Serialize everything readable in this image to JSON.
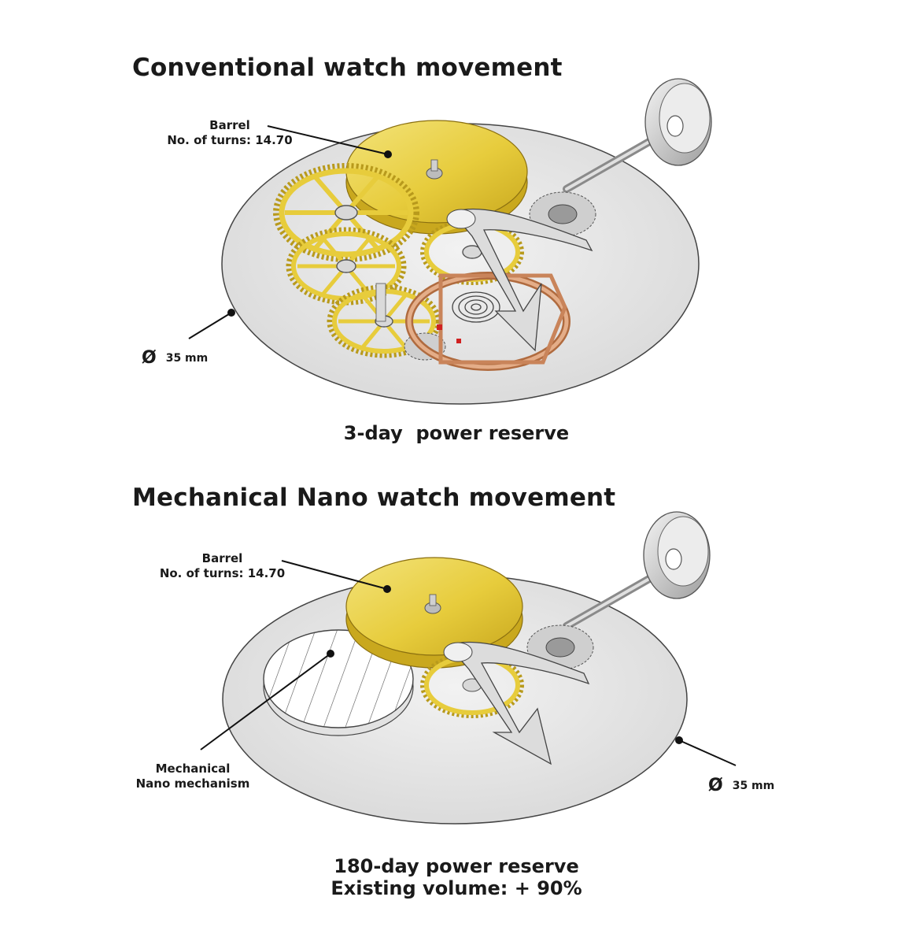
{
  "top": {
    "title": "Conventional watch movement",
    "barrel_label": "Barrel",
    "barrel_turns": "No. of turns: 14.70",
    "diameter_symbol": "Ø",
    "diameter_value": "35 mm",
    "reserve": "3-day  power reserve"
  },
  "bottom": {
    "title": "Mechanical Nano watch movement",
    "barrel_label": "Barrel",
    "barrel_turns": "No. of turns: 14.70",
    "mechanism_line1": "Mechanical",
    "mechanism_line2": "Nano mechanism",
    "diameter_symbol": "Ø",
    "diameter_value": "35 mm",
    "reserve_line1": "180-day power reserve",
    "reserve_line2": "Existing volume: + 90%"
  },
  "colors": {
    "plate": "#e6e6e6",
    "gold": "#e7cc3c",
    "copper": "#d89a72",
    "steel": "#c9c9c9"
  }
}
